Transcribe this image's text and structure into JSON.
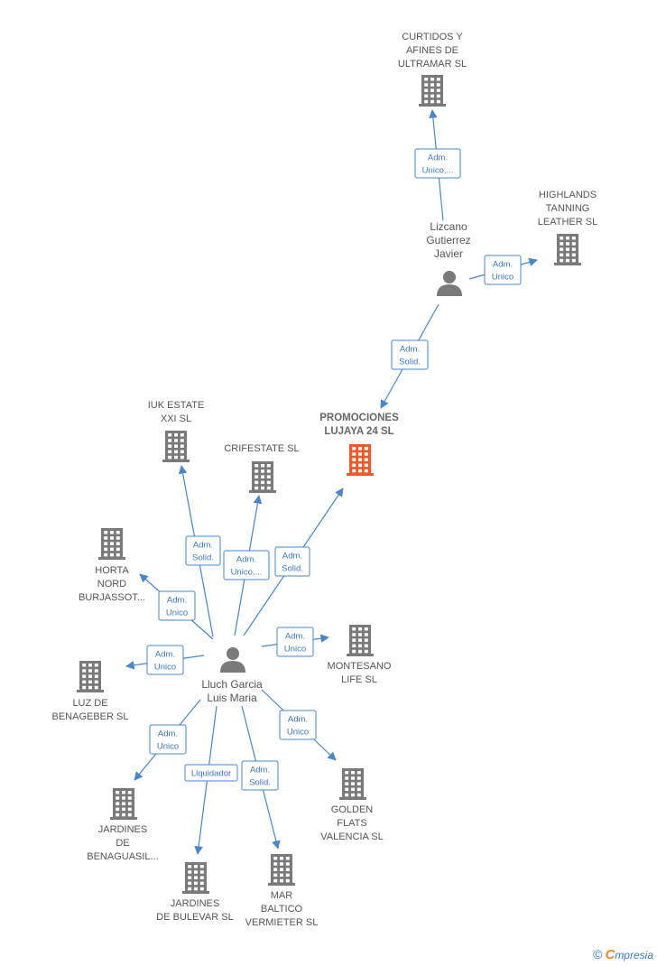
{
  "companies": [
    {
      "id": "curtidos",
      "label": [
        "CURTIDOS Y",
        "AFINES DE",
        "ULTRAMAR SL"
      ],
      "highlight": false
    },
    {
      "id": "highlands",
      "label": [
        "HIGHLANDS",
        "TANNING",
        "LEATHER  SL"
      ],
      "highlight": false
    },
    {
      "id": "promociones",
      "label": [
        "PROMOCIONES",
        "LUJAYA 24  SL"
      ],
      "highlight": true
    },
    {
      "id": "iuk",
      "label": [
        "IUK ESTATE",
        "XXI  SL"
      ],
      "highlight": false
    },
    {
      "id": "crifestate",
      "label": [
        "CRIFESTATE SL"
      ],
      "highlight": false
    },
    {
      "id": "horta",
      "label": [
        "HORTA",
        "NORD",
        "BURJASSOT..."
      ],
      "highlight": false
    },
    {
      "id": "montesano",
      "label": [
        "MONTESANO",
        "LIFE  SL"
      ],
      "highlight": false
    },
    {
      "id": "luz",
      "label": [
        "LUZ DE",
        "BENAGEBER  SL"
      ],
      "highlight": false
    },
    {
      "id": "golden",
      "label": [
        "GOLDEN",
        "FLATS",
        "VALENCIA  SL"
      ],
      "highlight": false
    },
    {
      "id": "benaguasil",
      "label": [
        "JARDINES",
        "DE",
        "BENAGUASIL..."
      ],
      "highlight": false
    },
    {
      "id": "bulevar",
      "label": [
        "JARDINES",
        "DE BULEVAR SL"
      ],
      "highlight": false
    },
    {
      "id": "mar",
      "label": [
        "MAR",
        "BALTICO",
        "VERMIETER  SL"
      ],
      "highlight": false
    }
  ],
  "persons": [
    {
      "id": "lizcano",
      "label": [
        "Lizcano",
        "Gutierrez",
        "Javier"
      ]
    },
    {
      "id": "lluch",
      "label": [
        "Lluch Garcia",
        "Luis Maria"
      ]
    }
  ],
  "edges": [
    {
      "id": "e1",
      "from": "lizcano",
      "to": "curtidos",
      "label": [
        "Adm.",
        "Unico,..."
      ]
    },
    {
      "id": "e2",
      "from": "lizcano",
      "to": "highlands",
      "label": [
        "Adm.",
        "Unico"
      ]
    },
    {
      "id": "e3",
      "from": "lizcano",
      "to": "promociones",
      "label": [
        "Adm.",
        "Solid."
      ]
    },
    {
      "id": "e4",
      "from": "lluch",
      "to": "iuk",
      "label": [
        "Adm.",
        "Solid."
      ]
    },
    {
      "id": "e5",
      "from": "lluch",
      "to": "crifestate",
      "label": [
        "Adm.",
        "Unico,..."
      ]
    },
    {
      "id": "e6",
      "from": "lluch",
      "to": "promociones",
      "label": [
        "Adm.",
        "Solid."
      ]
    },
    {
      "id": "e7",
      "from": "lluch",
      "to": "horta",
      "label": [
        "Adm.",
        "Unico"
      ]
    },
    {
      "id": "e8",
      "from": "lluch",
      "to": "montesano",
      "label": [
        "Adm.",
        "Unico"
      ]
    },
    {
      "id": "e9",
      "from": "lluch",
      "to": "luz",
      "label": [
        "Adm.",
        "Unico"
      ]
    },
    {
      "id": "e10",
      "from": "lluch",
      "to": "golden",
      "label": [
        "Adm.",
        "Unico"
      ]
    },
    {
      "id": "e11",
      "from": "lluch",
      "to": "benaguasil",
      "label": [
        "Adm.",
        "Unico"
      ]
    },
    {
      "id": "e12",
      "from": "lluch",
      "to": "bulevar",
      "label": [
        "Liquidador"
      ]
    },
    {
      "id": "e13",
      "from": "lluch",
      "to": "mar",
      "label": [
        "Adm.",
        "Solid."
      ]
    }
  ],
  "colors": {
    "edge": "#4a86c8",
    "building": "#7a7a7a",
    "highlight": "#f05a28",
    "person": "#7a7a7a"
  },
  "footer": {
    "copyright": "©",
    "brand_initial": "C",
    "brand_rest": "mpresia"
  }
}
